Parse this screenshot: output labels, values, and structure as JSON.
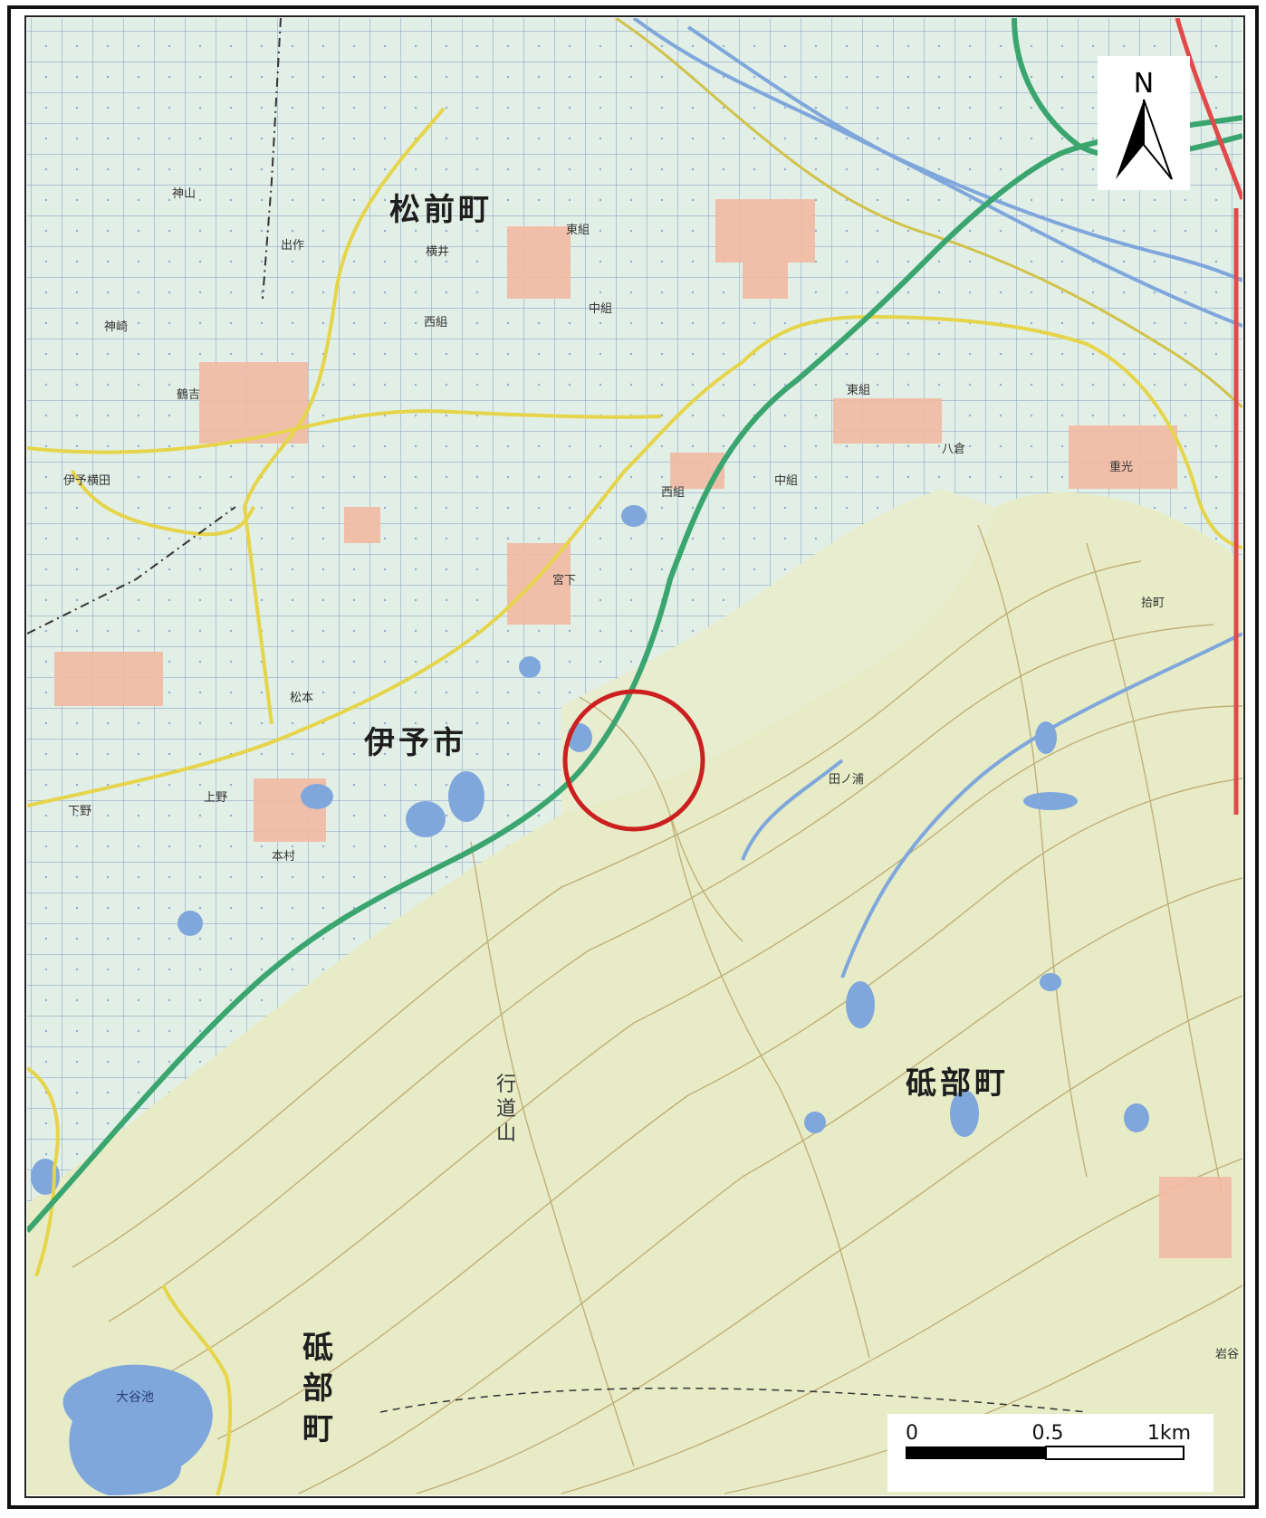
{
  "places": {
    "masaki": "松前町",
    "iyo": "伊予市",
    "tobe_east": "砥部町",
    "tobe_west": [
      "砥",
      "部",
      "町"
    ],
    "gyodosan": [
      "行",
      "道",
      "山"
    ],
    "pond": "大谷池"
  },
  "north_arrow": {
    "label": "N"
  },
  "scale_bar": {
    "labels": [
      "0",
      "0.5",
      "1km"
    ]
  },
  "marker": {
    "color": "#cc1f1f",
    "shape": "circle"
  },
  "colors": {
    "paddy": "#e2efe6",
    "forest": "#e7ecc6",
    "water": "#7fa7dc",
    "expressway": "#3aa56f",
    "prefectural_road": "#e6d44a",
    "national_road": "#e04a4a",
    "settlement": "#f2b9a3"
  }
}
